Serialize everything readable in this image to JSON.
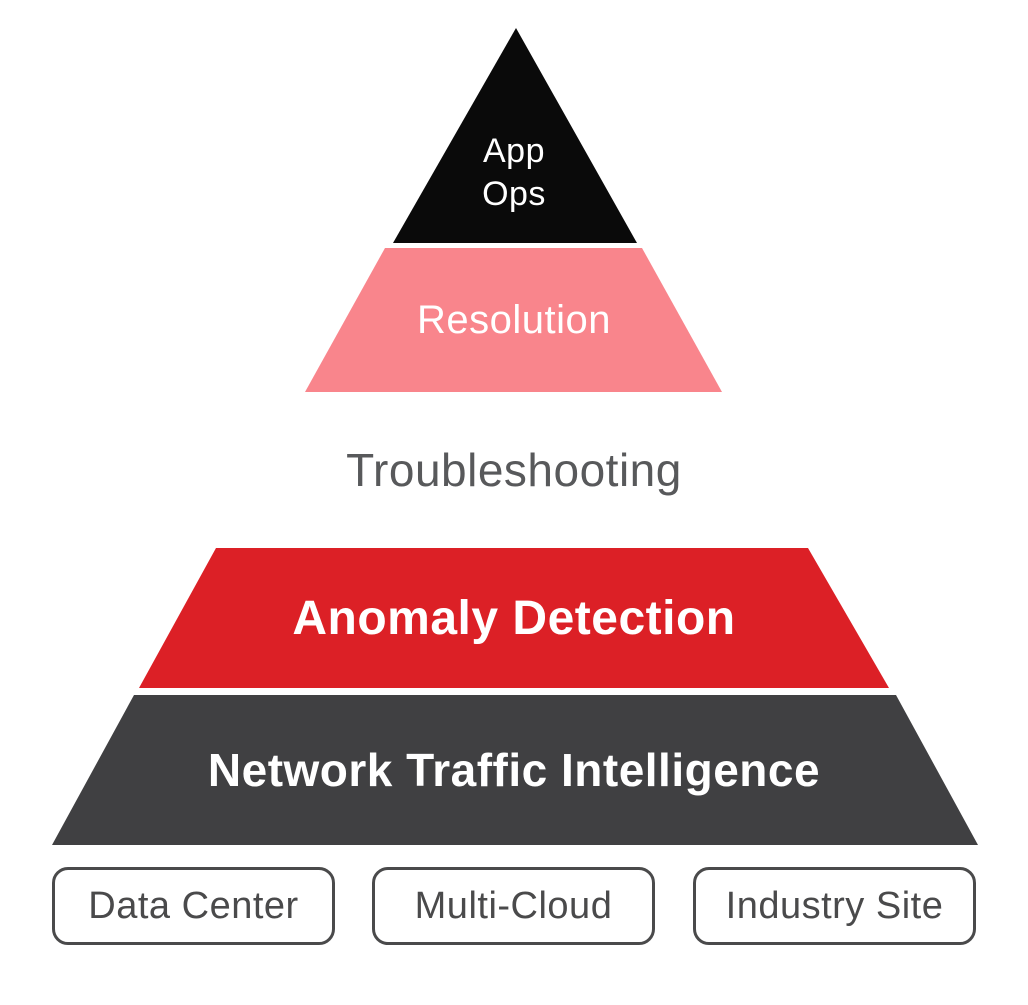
{
  "pyramid": {
    "layers": [
      {
        "name": "app-ops",
        "label": "App\nOps",
        "background": "#0A0A0A",
        "text_color": "#FFFFFF"
      },
      {
        "name": "resolution",
        "label": "Resolution",
        "background": "#F9858C",
        "text_color": "#FFFFFF"
      },
      {
        "name": "troubleshooting",
        "label": "Troubleshooting",
        "background": "#FFFFFF",
        "text_color": "#58595B"
      },
      {
        "name": "anomaly-detection",
        "label": "Anomaly Detection",
        "background": "#DC2026",
        "text_color": "#FFFFFF"
      },
      {
        "name": "network-traffic-intelligence",
        "label": "Network Traffic Intelligence",
        "background": "#404042",
        "text_color": "#FFFFFF"
      }
    ]
  },
  "deployment_boxes": [
    {
      "name": "data-center",
      "label": "Data Center"
    },
    {
      "name": "multi-cloud",
      "label": "Multi-Cloud"
    },
    {
      "name": "industry-site",
      "label": "Industry Site"
    }
  ],
  "colors": {
    "page_background": "#FFFFFF",
    "box_border": "#4A4A4B",
    "box_text": "#4A4A4B"
  }
}
